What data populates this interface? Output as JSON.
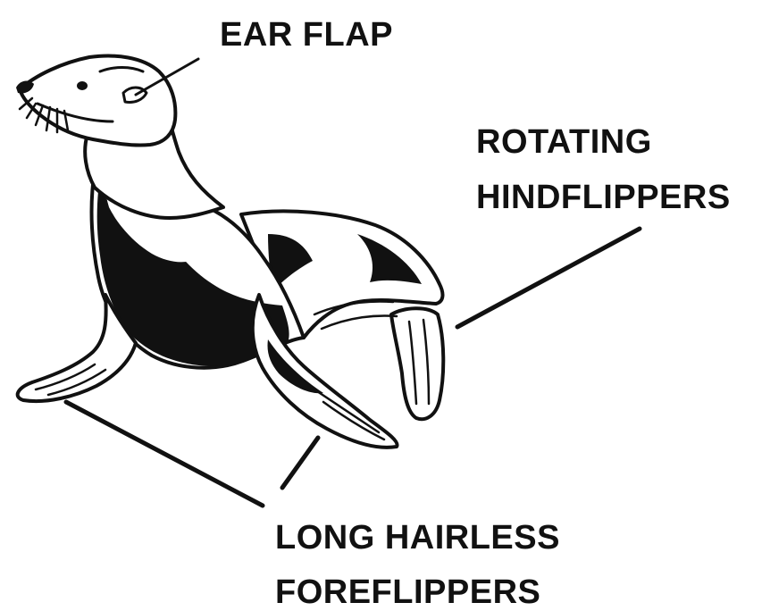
{
  "labels": {
    "ear_flap": "EAR FLAP",
    "hindflippers_line1": "ROTATING",
    "hindflippers_line2": "HINDFLIPPERS",
    "foreflippers_line1": "LONG HAIRLESS",
    "foreflippers_line2": "FOREFLIPPERS"
  },
  "colors": {
    "ink": "#111111",
    "background": "#ffffff"
  }
}
